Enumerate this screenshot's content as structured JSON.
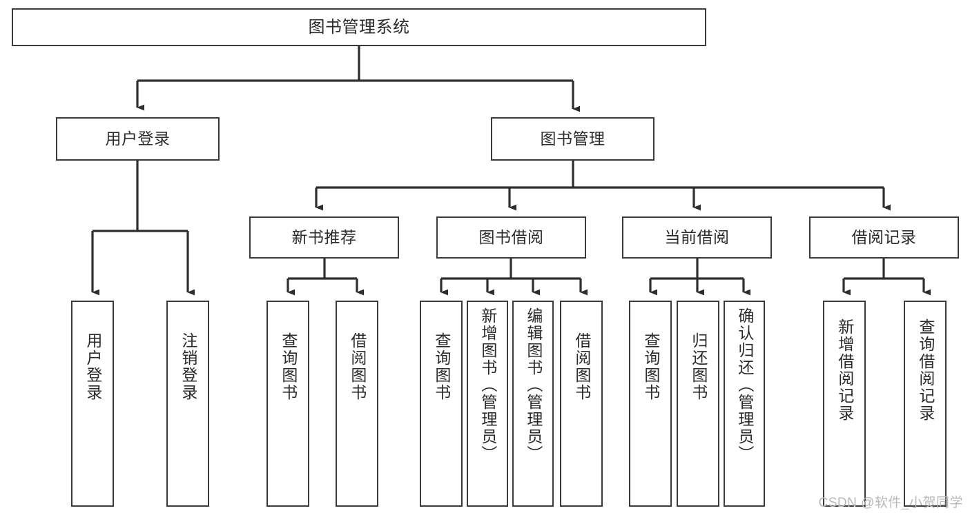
{
  "diagram": {
    "title": "图书管理系统",
    "type": "hierarchy-tree",
    "accent_color": "#3a3a3a",
    "background_color": "#ffffff",
    "watermark": "CSDN @软件_小贺同学"
  },
  "nodes": {
    "root": {
      "label": "图书管理系统"
    },
    "level2": [
      {
        "label": "用户登录"
      },
      {
        "label": "图书管理"
      }
    ],
    "level3": [
      {
        "label": "新书推荐"
      },
      {
        "label": "图书借阅"
      },
      {
        "label": "当前借阅"
      },
      {
        "label": "借阅记录"
      }
    ],
    "leaves": {
      "user_login": [
        {
          "label": "用户登录"
        },
        {
          "label": "注销登录"
        }
      ],
      "new_book_recommend": [
        {
          "label": "查询图书"
        },
        {
          "label": "借阅图书"
        }
      ],
      "book_borrow": [
        {
          "label": "查询图书"
        },
        {
          "label": "新增图书（管理员）"
        },
        {
          "label": "编辑图书（管理员）"
        },
        {
          "label": "借阅图书"
        }
      ],
      "current_borrow": [
        {
          "label": "查询图书"
        },
        {
          "label": "归还图书"
        },
        {
          "label": "确认归还（管理员）"
        }
      ],
      "borrow_record": [
        {
          "label": "新增借阅记录"
        },
        {
          "label": "查询借阅记录"
        }
      ]
    }
  }
}
